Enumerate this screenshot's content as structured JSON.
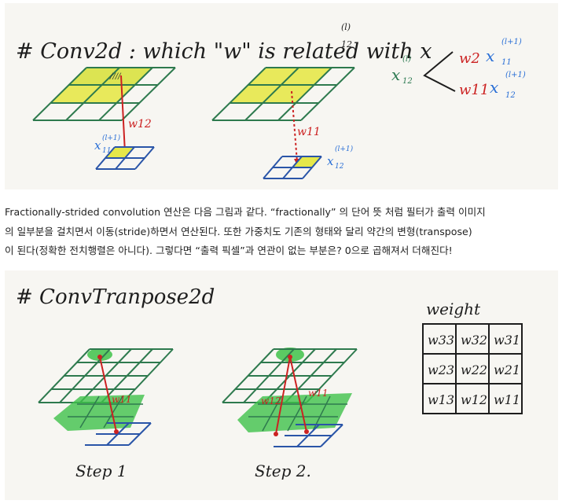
{
  "figure1": {
    "title": "# Conv2d : which \"w\" is related with x",
    "title_super": "(l)",
    "title_sub": "12",
    "left_weight_label": "w12",
    "left_output_label": "x",
    "left_output_sup": "(l+1)",
    "left_output_sub": "11",
    "right_weight_label": "w11",
    "right_output_label": "x",
    "right_output_sup": "(l+1)",
    "right_output_sub": "12",
    "tree": {
      "root": "x",
      "root_sup": "(l)",
      "root_sub": "12",
      "top_weight": "w2",
      "top_target": "x",
      "top_target_sup": "(l+1)",
      "top_target_sub": "11",
      "bottom_weight": "w11",
      "bottom_target": "x",
      "bottom_target_sup": "(l+1)",
      "bottom_target_sub": "12"
    },
    "colors": {
      "grid": "#2e7a4e",
      "highlight": "#e6e84a",
      "output_grid": "#2a55a8",
      "arrow": "#cc2222",
      "blue_text": "#2a6fd6",
      "green_text": "#2d7a52"
    }
  },
  "paragraph": {
    "lines": [
      "Fractionally-strided convolution 연산은 다음 그림과 같다. “fractionally” 의 단어 뜻 처럼 필터가 출력 이미지",
      "의 일부분을 걸치면서 이동(stride)하면서 연산된다. 또한 가중치도 기존의 형태와 달리 약간의 변형(transpose)",
      "이 된다(정확한 전치행렬은 아니다). 그렇다면 “출력 픽셀”과 연관이 없는 부분은? 0으로 곱해져서 더해진다!"
    ]
  },
  "figure2": {
    "title": "# ConvTranpose2d",
    "step1_label": "Step 1",
    "step2_label": "Step 2.",
    "step1_weight": "w11",
    "step2_weight_left": "w12",
    "step2_weight_right": "w11",
    "weight_title": "weight",
    "weight_matrix": [
      [
        "w33",
        "w32",
        "w31"
      ],
      [
        "w23",
        "w22",
        "w21"
      ],
      [
        "w13",
        "w12",
        "w11"
      ]
    ],
    "colors": {
      "grid": "#2e7a4e",
      "highlight": "#3fc24a",
      "output_grid": "#2a55a8",
      "arrow": "#cc2222"
    }
  }
}
